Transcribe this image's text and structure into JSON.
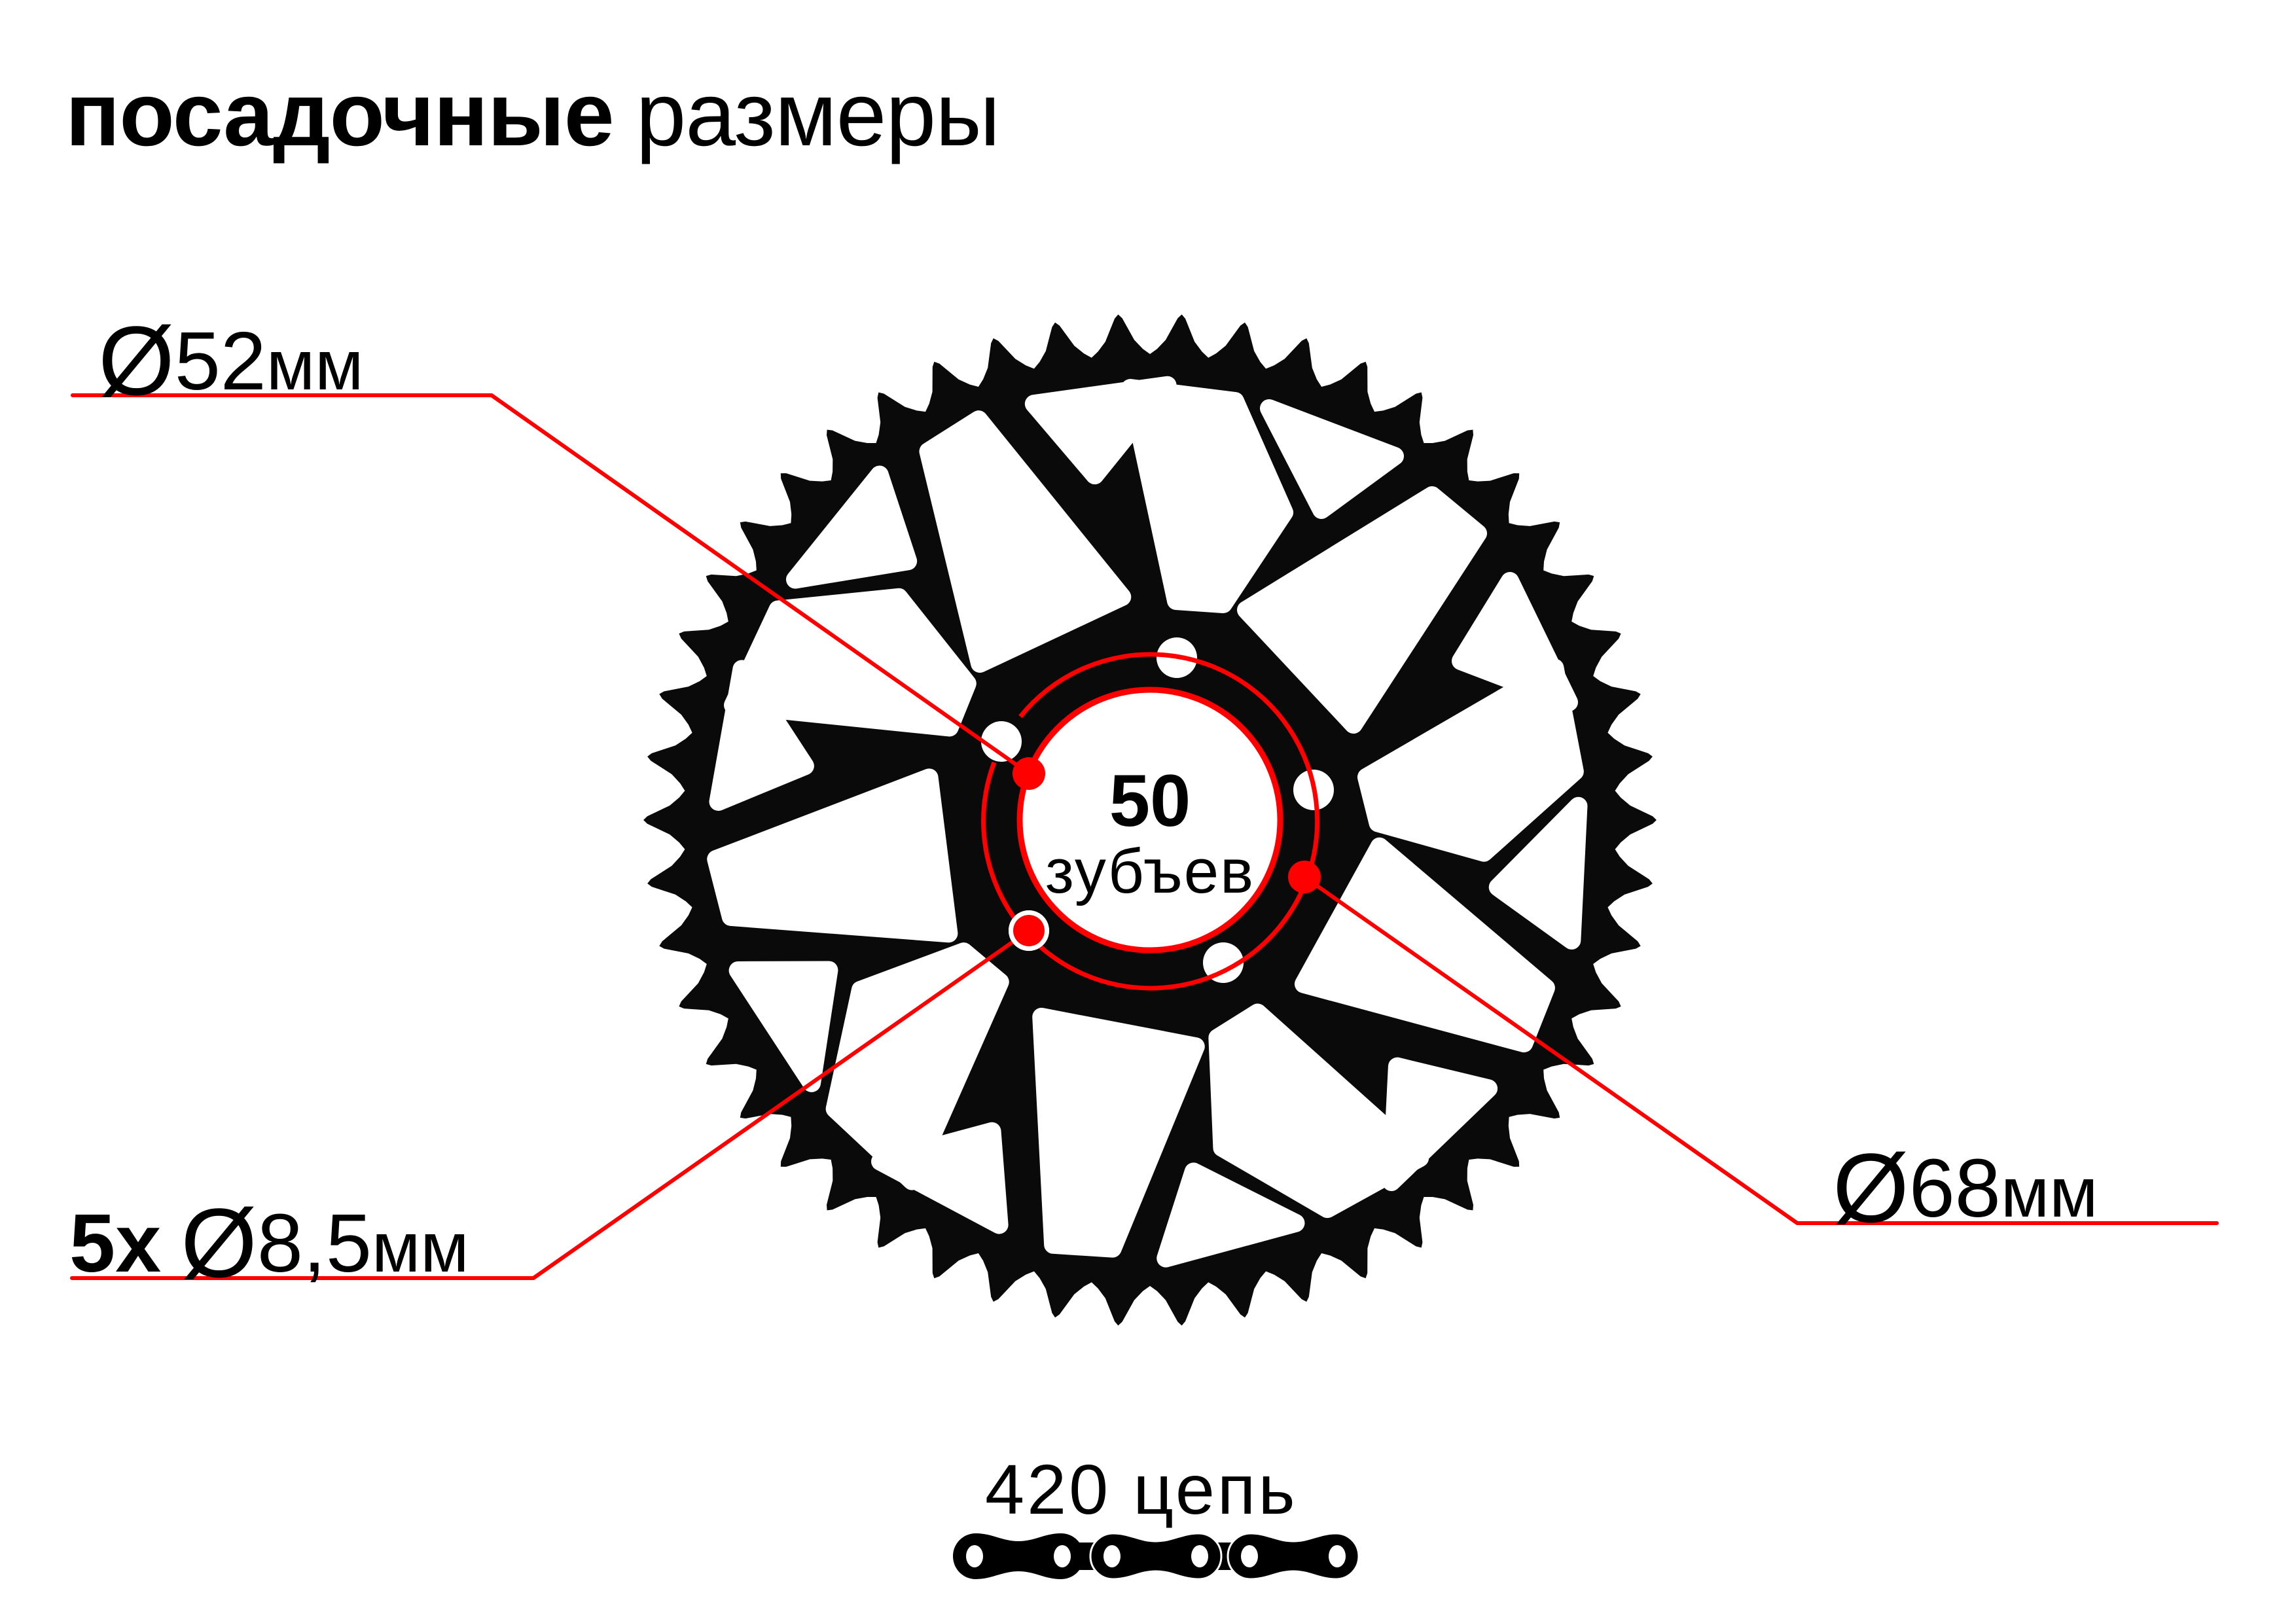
{
  "title": {
    "bold": "посадочные",
    "light": "размеры"
  },
  "sprocket": {
    "teeth_count": 50,
    "teeth_label": "50",
    "teeth_word": "зубъев",
    "color": "#0a0a0a"
  },
  "annotations": {
    "bore": {
      "symbol": "Ø",
      "value": "52",
      "unit": "мм"
    },
    "bolt_circle": {
      "symbol": "Ø",
      "value": "68",
      "unit": "мм"
    },
    "bolt_holes": {
      "quantity": "5x",
      "symbol": "Ø",
      "value": "8,5",
      "unit": "мм"
    },
    "accent_color": "#ff0000"
  },
  "chain": {
    "label": "420 цепь",
    "icon": "chain-icon"
  }
}
